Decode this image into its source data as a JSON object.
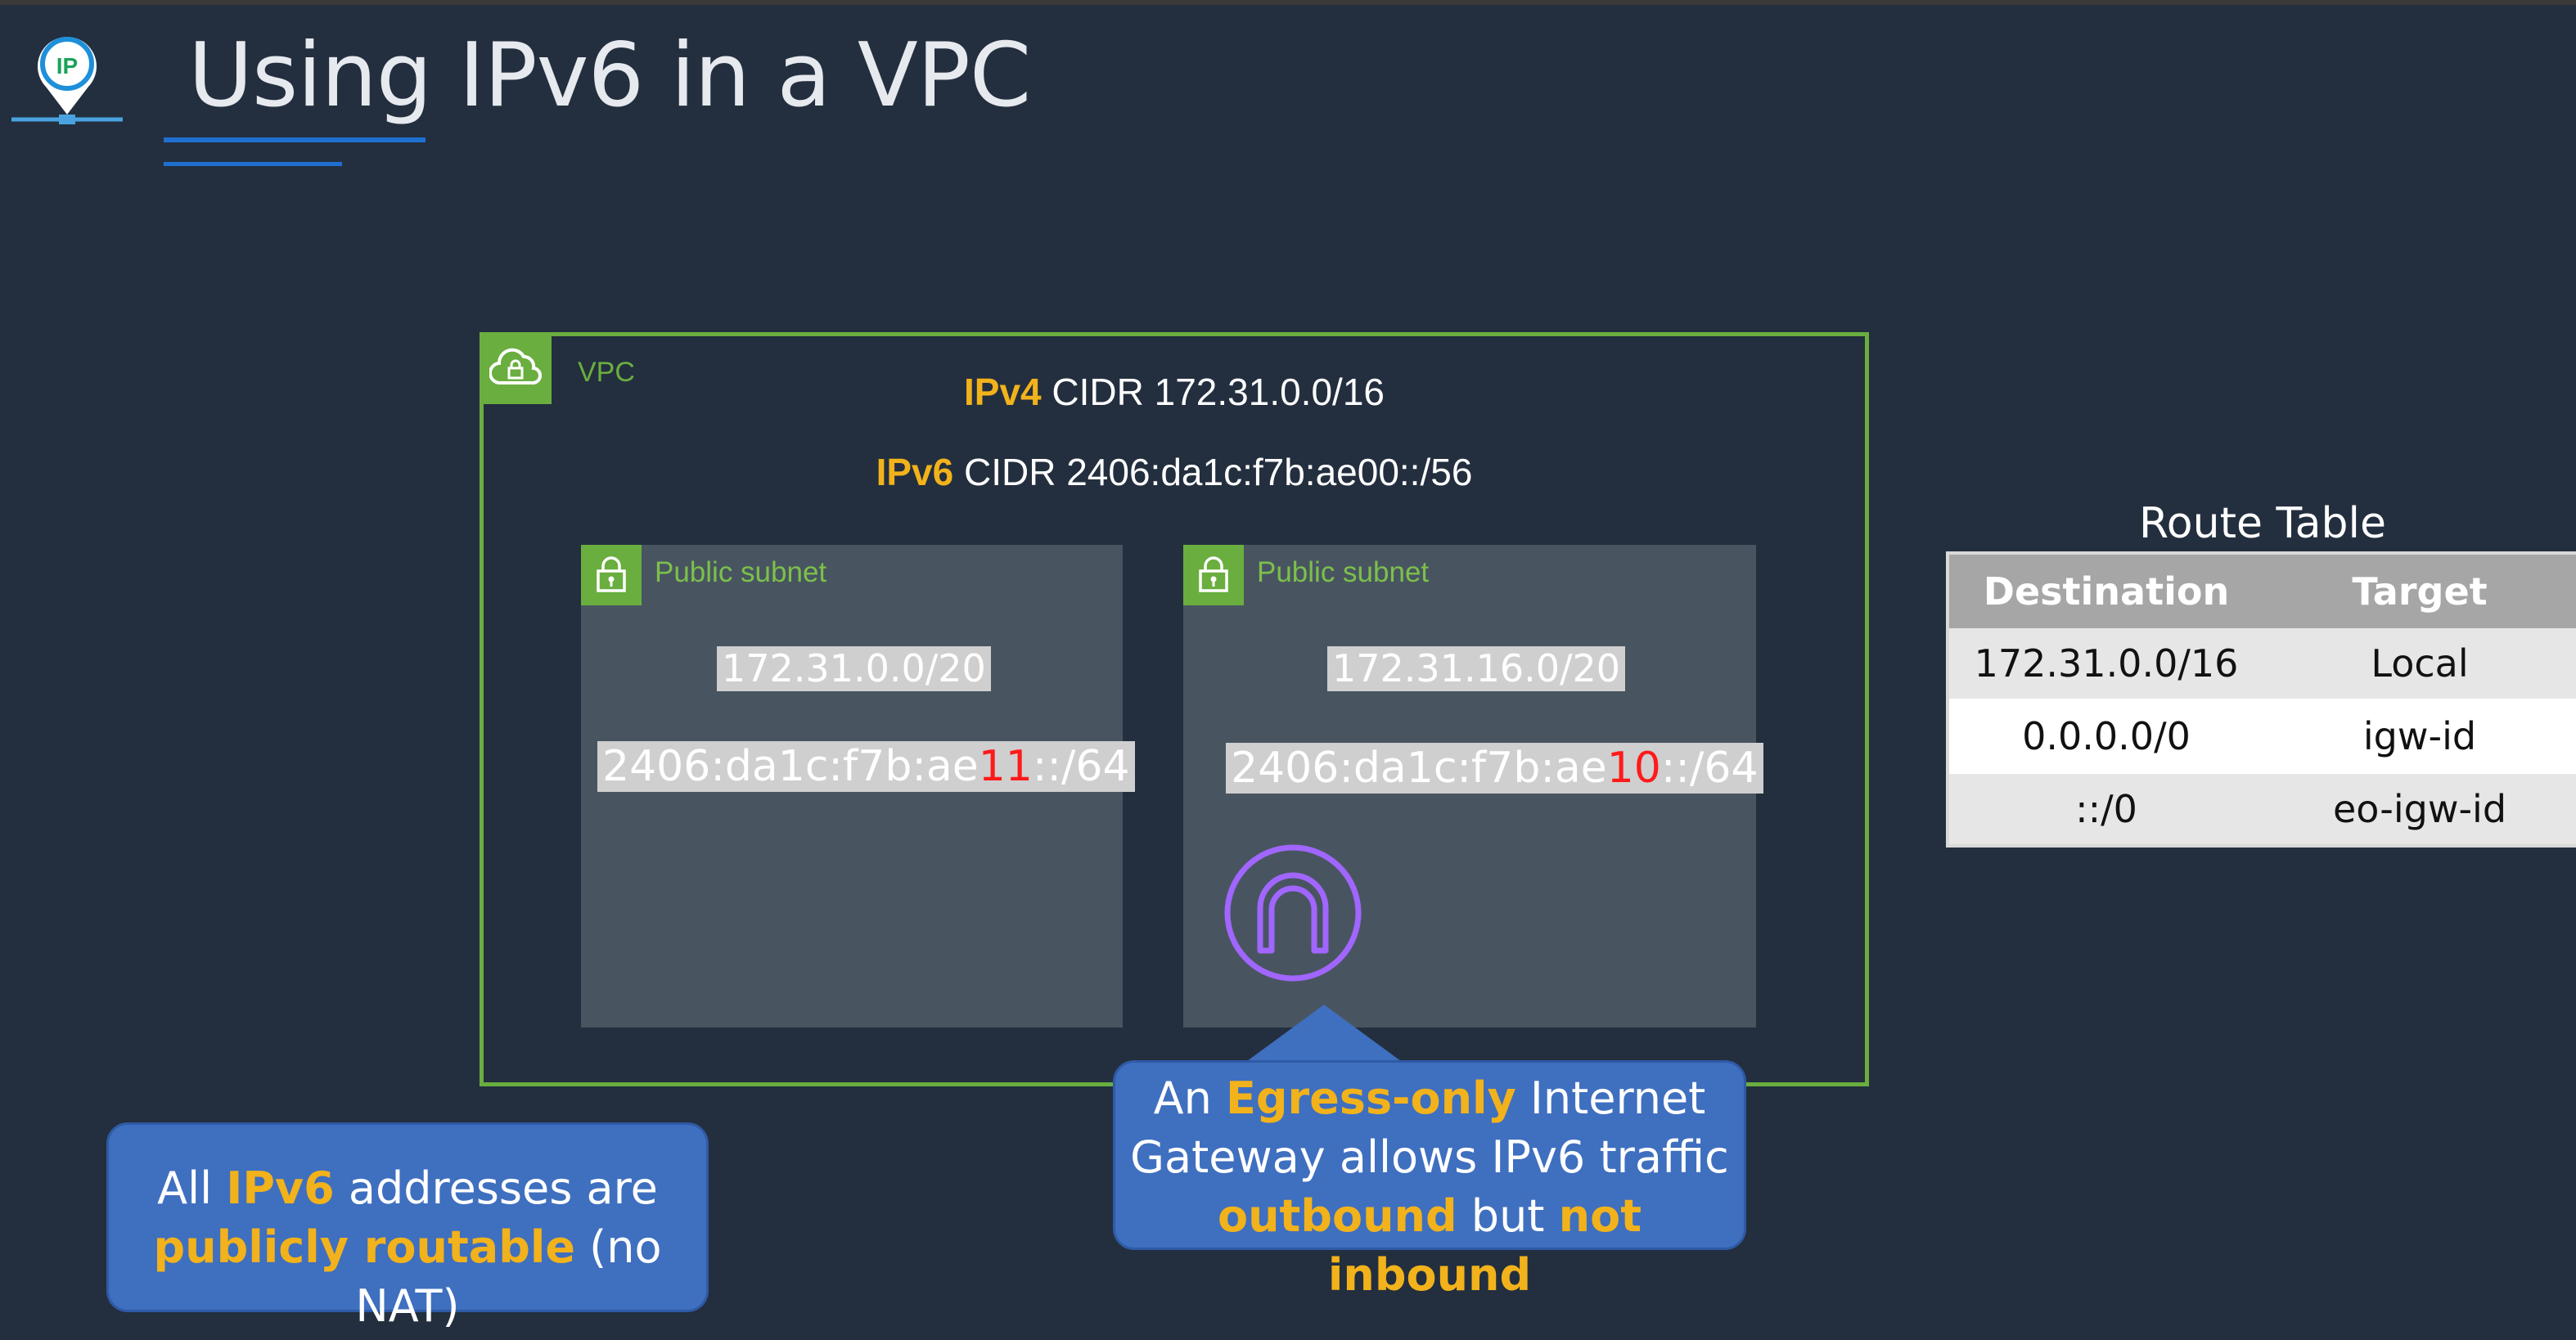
{
  "title": "Using IPv6 in a VPC",
  "logo_text": "IP",
  "vpc": {
    "label": "VPC",
    "ipv4_prefix": "IPv4",
    "ipv4_rest": " CIDR 172.31.0.0/16",
    "ipv6_prefix": "IPv6",
    "ipv6_rest": " CIDR 2406:da1c:f7b:ae00::/56"
  },
  "subnets": [
    {
      "label": "Public subnet",
      "ipv4": "172.31.0.0/20",
      "ipv6_pre": "2406:da1c:f7b:ae",
      "ipv6_red": "11",
      "ipv6_post": "::/64"
    },
    {
      "label": "Public subnet",
      "ipv4": "172.31.16.0/20",
      "ipv6_pre": "2406:da1c:f7b:ae",
      "ipv6_red": "10",
      "ipv6_post": "::/64"
    }
  ],
  "route_table": {
    "title": "Route Table",
    "headers": [
      "Destination",
      "Target"
    ],
    "rows": [
      [
        "172.31.0.0/16",
        "Local"
      ],
      [
        "0.0.0.0/0",
        "igw-id"
      ],
      [
        "::/0",
        "eo-igw-id"
      ]
    ]
  },
  "callout_left": {
    "l1a": "All ",
    "l1b": "IPv6",
    "l1c": " addresses are",
    "l2a": "publicly routable",
    "l2b": " (no NAT)"
  },
  "callout_mid": {
    "l1a": "An ",
    "l1b": "Egress-only",
    "l1c": " Internet",
    "l2": "Gateway allows IPv6 traffic",
    "l3a": "outbound",
    "l3b": " but ",
    "l3c": "not inbound"
  },
  "colors": {
    "background": "#232f3e",
    "vpc_green": "#6aae3f",
    "highlight": "#f2b21b",
    "callout_blue": "#3f6fbf",
    "igw_purple": "#a166ff",
    "red": "#ff1a1a"
  },
  "icons": [
    "ip-globe-logo-icon",
    "vpc-cloud-lock-icon",
    "subnet-lock-icon",
    "egress-only-gateway-icon"
  ]
}
